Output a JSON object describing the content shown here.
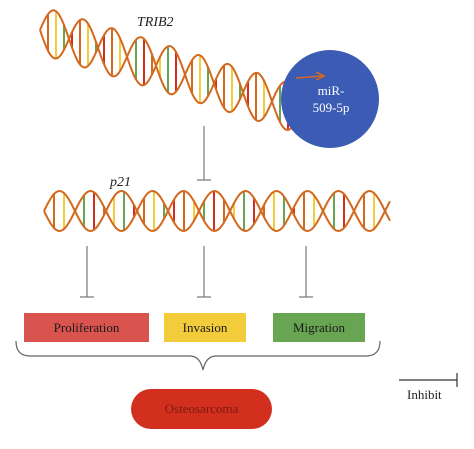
{
  "genes": {
    "trib2_label": "TRIB2",
    "p21_label": "p21"
  },
  "mirna": {
    "label_line1": "miR-",
    "label_line2": "509-5p",
    "color": "#3b5bb5"
  },
  "outcomes": [
    {
      "label": "Proliferation",
      "color": "#d9534f"
    },
    {
      "label": "Invasion",
      "color": "#f3cc3b"
    },
    {
      "label": "Migration",
      "color": "#67a552"
    }
  ],
  "disease": {
    "label": "Osteosarcoma",
    "color": "#d32f1f"
  },
  "legend": {
    "inhibit_label": "Inhibit"
  },
  "colors": {
    "dna_strand": "#d2691e",
    "rung_palette": [
      "#d2691e",
      "#f3cc3b",
      "#67a552",
      "#d32f1f"
    ]
  }
}
